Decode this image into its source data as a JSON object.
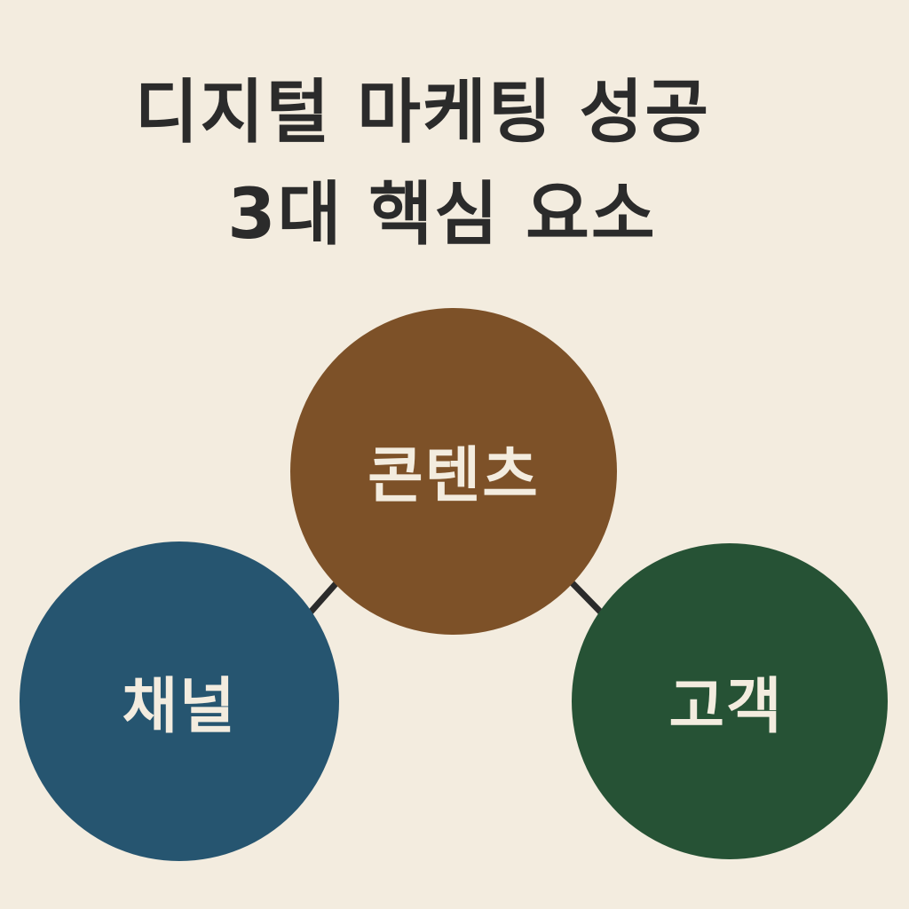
{
  "title": {
    "line1": "디지털 마케팅 성공",
    "line2": "3대 핵심 요소"
  },
  "nodes": [
    {
      "id": "content",
      "label": "콘텐츠",
      "color": "#7d5128"
    },
    {
      "id": "channel",
      "label": "채널",
      "color": "#265570"
    },
    {
      "id": "customer",
      "label": "고객",
      "color": "#265235"
    }
  ],
  "colors": {
    "background": "#f3ecdf",
    "text": "#2b2b2b",
    "connector": "#2b2b2b"
  }
}
